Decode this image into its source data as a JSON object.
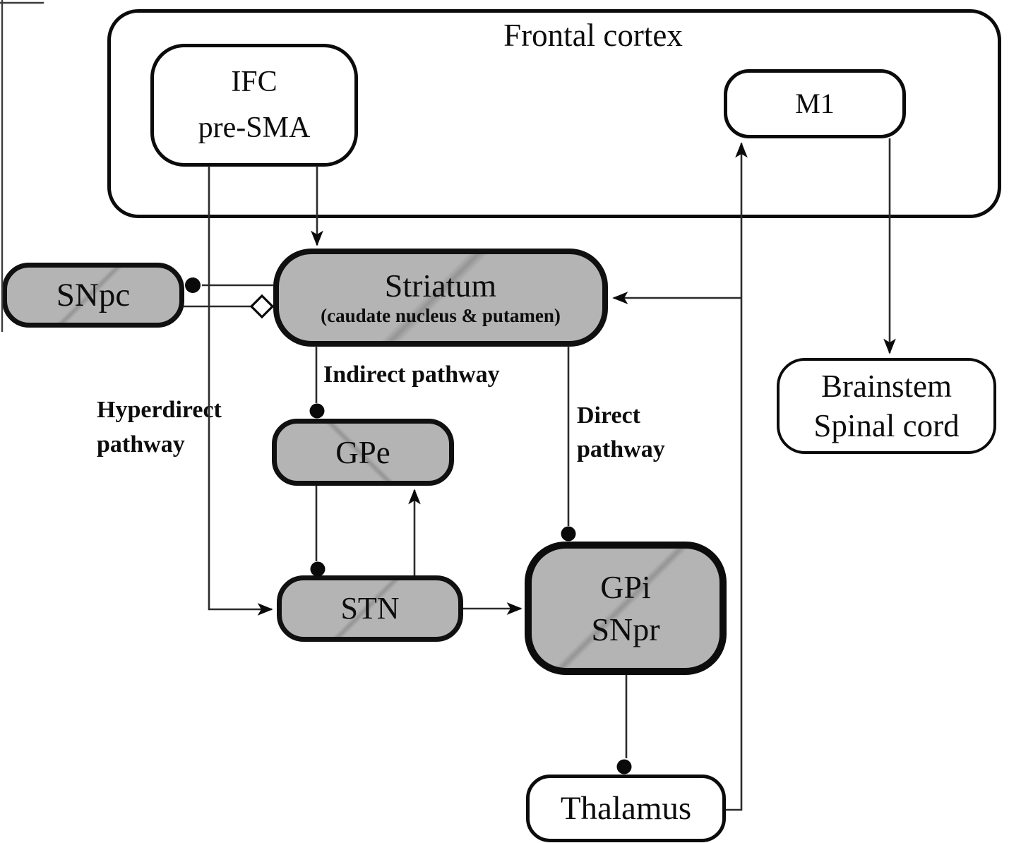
{
  "nodes": {
    "frontal_cortex": {
      "label": "Frontal cortex",
      "fill": "#ffffff"
    },
    "ifc": {
      "line1": "IFC",
      "line2": "pre-SMA",
      "fill": "#ffffff"
    },
    "m1": {
      "label": "M1",
      "fill": "#ffffff"
    },
    "snpc": {
      "label": "SNpc",
      "fill": "#b4b4b4"
    },
    "striatum": {
      "title": "Striatum",
      "subtitle": "(caudate nucleus & putamen)",
      "fill": "#b4b4b4"
    },
    "gpe": {
      "label": "GPe",
      "fill": "#b4b4b4"
    },
    "stn": {
      "label": "STN",
      "fill": "#b4b4b4"
    },
    "gpi": {
      "line1": "GPi",
      "line2": "SNpr",
      "fill": "#b4b4b4"
    },
    "thalamus": {
      "label": "Thalamus",
      "fill": "#ffffff"
    },
    "brainstem": {
      "line1": "Brainstem",
      "line2": "Spinal cord",
      "fill": "#ffffff"
    }
  },
  "pathway_labels": {
    "hyperdirect_line1": "Hyperdirect",
    "hyperdirect_line2": "pathway",
    "indirect": "Indirect pathway",
    "direct_line1": "Direct",
    "direct_line2": "pathway"
  },
  "edges": [
    {
      "from": "IFC pre-SMA",
      "to": "Striatum",
      "terminal": "arrow"
    },
    {
      "from": "IFC pre-SMA",
      "to": "STN",
      "terminal": "arrow",
      "pathway": "Hyperdirect pathway"
    },
    {
      "from": "Striatum",
      "to": "SNpc",
      "terminal": "filled-circle"
    },
    {
      "from": "SNpc",
      "to": "Striatum",
      "terminal": "open-diamond"
    },
    {
      "from": "Striatum",
      "to": "GPe",
      "terminal": "filled-circle",
      "pathway": "Indirect pathway"
    },
    {
      "from": "GPe",
      "to": "STN",
      "terminal": "filled-circle"
    },
    {
      "from": "STN",
      "to": "GPe",
      "terminal": "arrow"
    },
    {
      "from": "STN",
      "to": "GPi SNpr",
      "terminal": "arrow"
    },
    {
      "from": "Striatum",
      "to": "GPi SNpr",
      "terminal": "filled-circle",
      "pathway": "Direct pathway"
    },
    {
      "from": "GPi SNpr",
      "to": "Thalamus",
      "terminal": "filled-circle"
    },
    {
      "from": "Thalamus",
      "to": "M1",
      "terminal": "arrow"
    },
    {
      "from": "Thalamus",
      "to": "Striatum",
      "terminal": "arrow"
    },
    {
      "from": "M1",
      "to": "Brainstem Spinal cord",
      "terminal": "arrow"
    }
  ],
  "colors": {
    "node_gray_fill": "#b4b4b4",
    "node_white_fill": "#ffffff",
    "box_border": "#0d0d0d",
    "connector_line": "#2b2b2b",
    "terminal_black": "#0a0a0a",
    "background": "#ffffff"
  }
}
